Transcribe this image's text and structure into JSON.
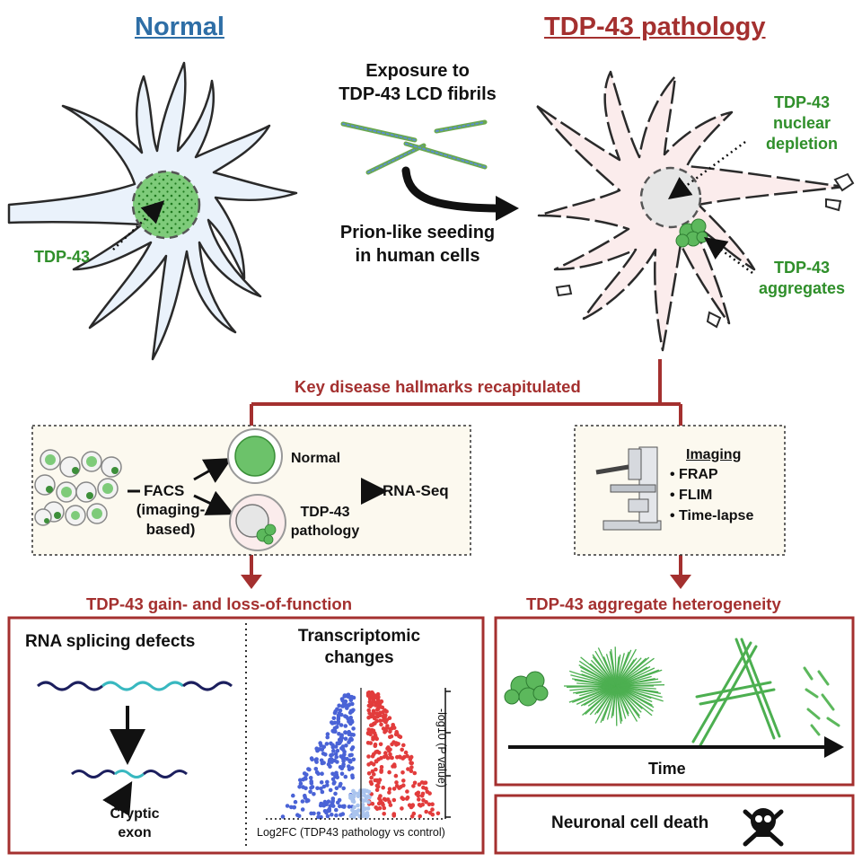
{
  "header": {
    "normal_title": "Normal",
    "pathology_title": "TDP-43 pathology"
  },
  "center": {
    "exposure_line1": "Exposure to",
    "exposure_line2": "TDP-43 LCD fibrils",
    "seeding_line1": "Prion-like seeding",
    "seeding_line2": "in human cells"
  },
  "labels": {
    "tdp43": "TDP-43",
    "nuclear_depletion": [
      "TDP-43",
      "nuclear",
      "depletion"
    ],
    "aggregates": [
      "TDP-43",
      "aggregates"
    ]
  },
  "hallmarks": "Key disease hallmarks recapitulated",
  "facs_panel": {
    "facs": "FACS",
    "imaging_based_1": "(imaging-",
    "imaging_based_2": "based)",
    "normal": "Normal",
    "pathology_1": "TDP-43",
    "pathology_2": "pathology",
    "rnaseq": "RNA-Seq"
  },
  "imaging_panel": {
    "title": "Imaging",
    "items": [
      "FRAP",
      "FLIM",
      "Time-lapse"
    ]
  },
  "gain_loss": "TDP-43 gain- and loss-of-function",
  "heterogeneity": "TDP-43 aggregate heterogeneity",
  "splicing": {
    "title": "RNA splicing defects",
    "cryptic_1": "Cryptic",
    "cryptic_2": "exon"
  },
  "transcriptomic": {
    "title_1": "Transcriptomic",
    "title_2": "changes",
    "xlabel": "Log2FC (TDP43 pathology vs control)",
    "ylabel": "-log10 (P value)"
  },
  "time_label": "Time",
  "death": "Neuronal cell death",
  "colors": {
    "red": "#a4302f",
    "green": "#2f8f2a",
    "blue_title": "#2e6ea6",
    "teal": "#38b8c0",
    "navy": "#1c1f5e"
  },
  "icons": [
    "skull-crossbones-icon",
    "microscope-icon"
  ]
}
